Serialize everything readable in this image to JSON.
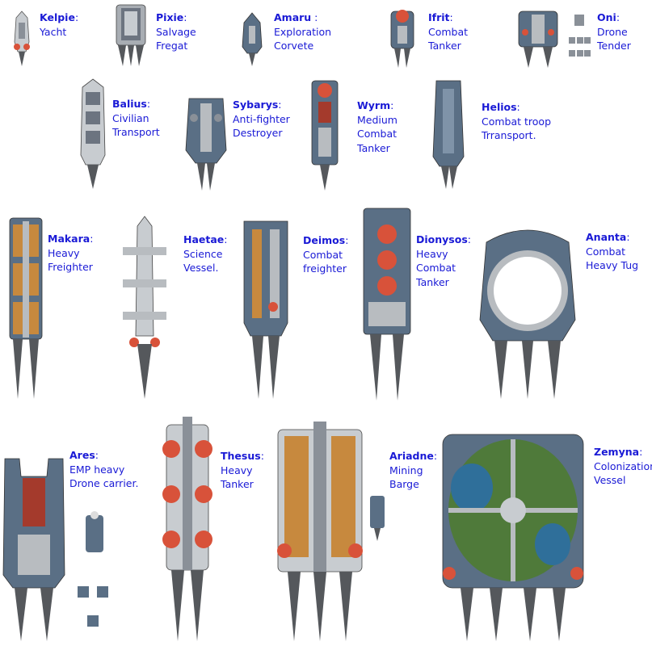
{
  "colors": {
    "label": "#1a1ad6",
    "hull_blue": "#5a6f85",
    "hull_grey": "#b8bcc0",
    "tank_red": "#d8523a",
    "cargo_orange": "#c7893e",
    "planet_green": "#4f7a3a",
    "ocean_blue": "#2f6f9a",
    "engine": "#55585c",
    "background": "#ffffff"
  },
  "ships": [
    {
      "id": "kelpie",
      "name": "Kelpie",
      "sep": ":",
      "lines": [
        "Yacht"
      ]
    },
    {
      "id": "pixie",
      "name": "Pixie",
      "sep": ":",
      "lines": [
        "Salvage",
        "Fregat"
      ]
    },
    {
      "id": "amaru",
      "name": "Amaru",
      "sep": " :",
      "lines": [
        "Exploration",
        "Corvete"
      ]
    },
    {
      "id": "ifrit",
      "name": "Ifrit",
      "sep": ":",
      "lines": [
        "Combat",
        "Tanker"
      ]
    },
    {
      "id": "oni",
      "name": "Oni",
      "sep": ":",
      "lines": [
        "Drone",
        "Tender"
      ]
    },
    {
      "id": "balius",
      "name": "Balius",
      "sep": ":",
      "lines": [
        "Civilian",
        "Transport"
      ]
    },
    {
      "id": "sybarys",
      "name": "Sybarys",
      "sep": ":",
      "lines": [
        "Anti-fighter",
        "Destroyer"
      ]
    },
    {
      "id": "wyrm",
      "name": "Wyrm",
      "sep": ":",
      "lines": [
        "Medium",
        "Combat",
        "Tanker"
      ]
    },
    {
      "id": "helios",
      "name": "Helios",
      "sep": ":",
      "lines": [
        "Combat troop",
        "Trransport."
      ]
    },
    {
      "id": "makara",
      "name": "Makara",
      "sep": ":",
      "lines": [
        "Heavy",
        "Freighter"
      ]
    },
    {
      "id": "haetae",
      "name": "Haetae",
      "sep": ":",
      "lines": [
        "Science",
        "Vessel."
      ]
    },
    {
      "id": "deimos",
      "name": "Deimos",
      "sep": ":",
      "lines": [
        "Combat",
        "freighter"
      ]
    },
    {
      "id": "dionysos",
      "name": "Dionysos",
      "sep": ":",
      "lines": [
        "Heavy",
        "Combat",
        "Tanker"
      ]
    },
    {
      "id": "ananta",
      "name": "Ananta",
      "sep": ":",
      "lines": [
        "Combat",
        "Heavy Tug"
      ]
    },
    {
      "id": "ares",
      "name": "Ares",
      "sep": ":",
      "lines": [
        "EMP heavy",
        "Drone carrier."
      ]
    },
    {
      "id": "thesus",
      "name": "Thesus",
      "sep": ":",
      "lines": [
        "Heavy",
        "Tanker"
      ]
    },
    {
      "id": "ariadne",
      "name": "Ariadne",
      "sep": ":",
      "lines": [
        "Mining",
        "Barge"
      ]
    },
    {
      "id": "zemyna",
      "name": "Zemyna",
      "sep": ":",
      "lines": [
        "Colonization",
        "Vessel"
      ]
    }
  ]
}
